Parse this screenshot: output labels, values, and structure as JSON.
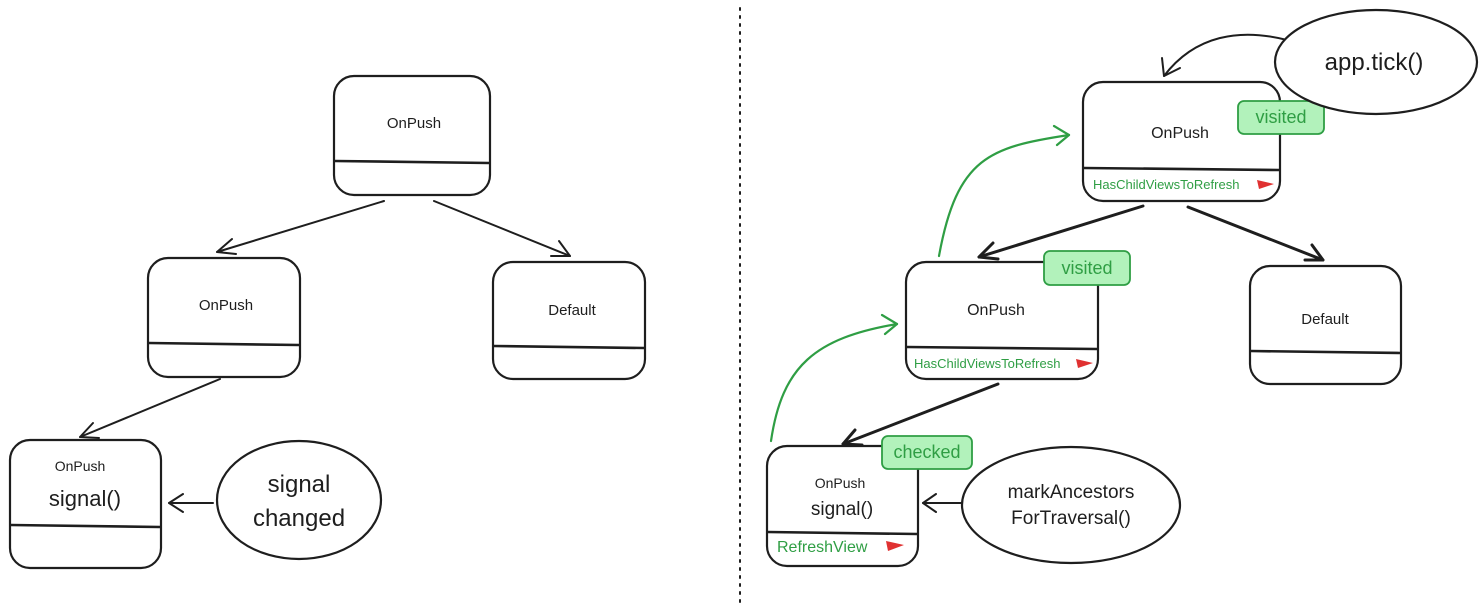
{
  "colors": {
    "stroke": "#1e1e1e",
    "green_accent": "#2f9e44",
    "badge_fill": "#b2f2bb",
    "flag_red": "#e03131"
  },
  "left": {
    "root": {
      "label": "OnPush"
    },
    "child_onpush": {
      "label": "OnPush"
    },
    "child_default": {
      "label": "Default"
    },
    "leaf": {
      "label": "OnPush",
      "sublabel": "signal()"
    },
    "bubble": {
      "line1": "signal",
      "line2": "changed"
    }
  },
  "right": {
    "root": {
      "label": "OnPush",
      "flag_text": "HasChildViewsToRefresh",
      "badge": "visited"
    },
    "child_onpush": {
      "label": "OnPush",
      "flag_text": "HasChildViewsToRefresh",
      "badge": "visited"
    },
    "child_default": {
      "label": "Default"
    },
    "leaf": {
      "label": "OnPush",
      "sublabel": "signal()",
      "flag_text": "RefreshView",
      "badge": "checked"
    },
    "tick_bubble": {
      "text": "app.tick()"
    },
    "mark_bubble": {
      "line1": "markAncestors",
      "line2": "ForTraversal()"
    }
  }
}
